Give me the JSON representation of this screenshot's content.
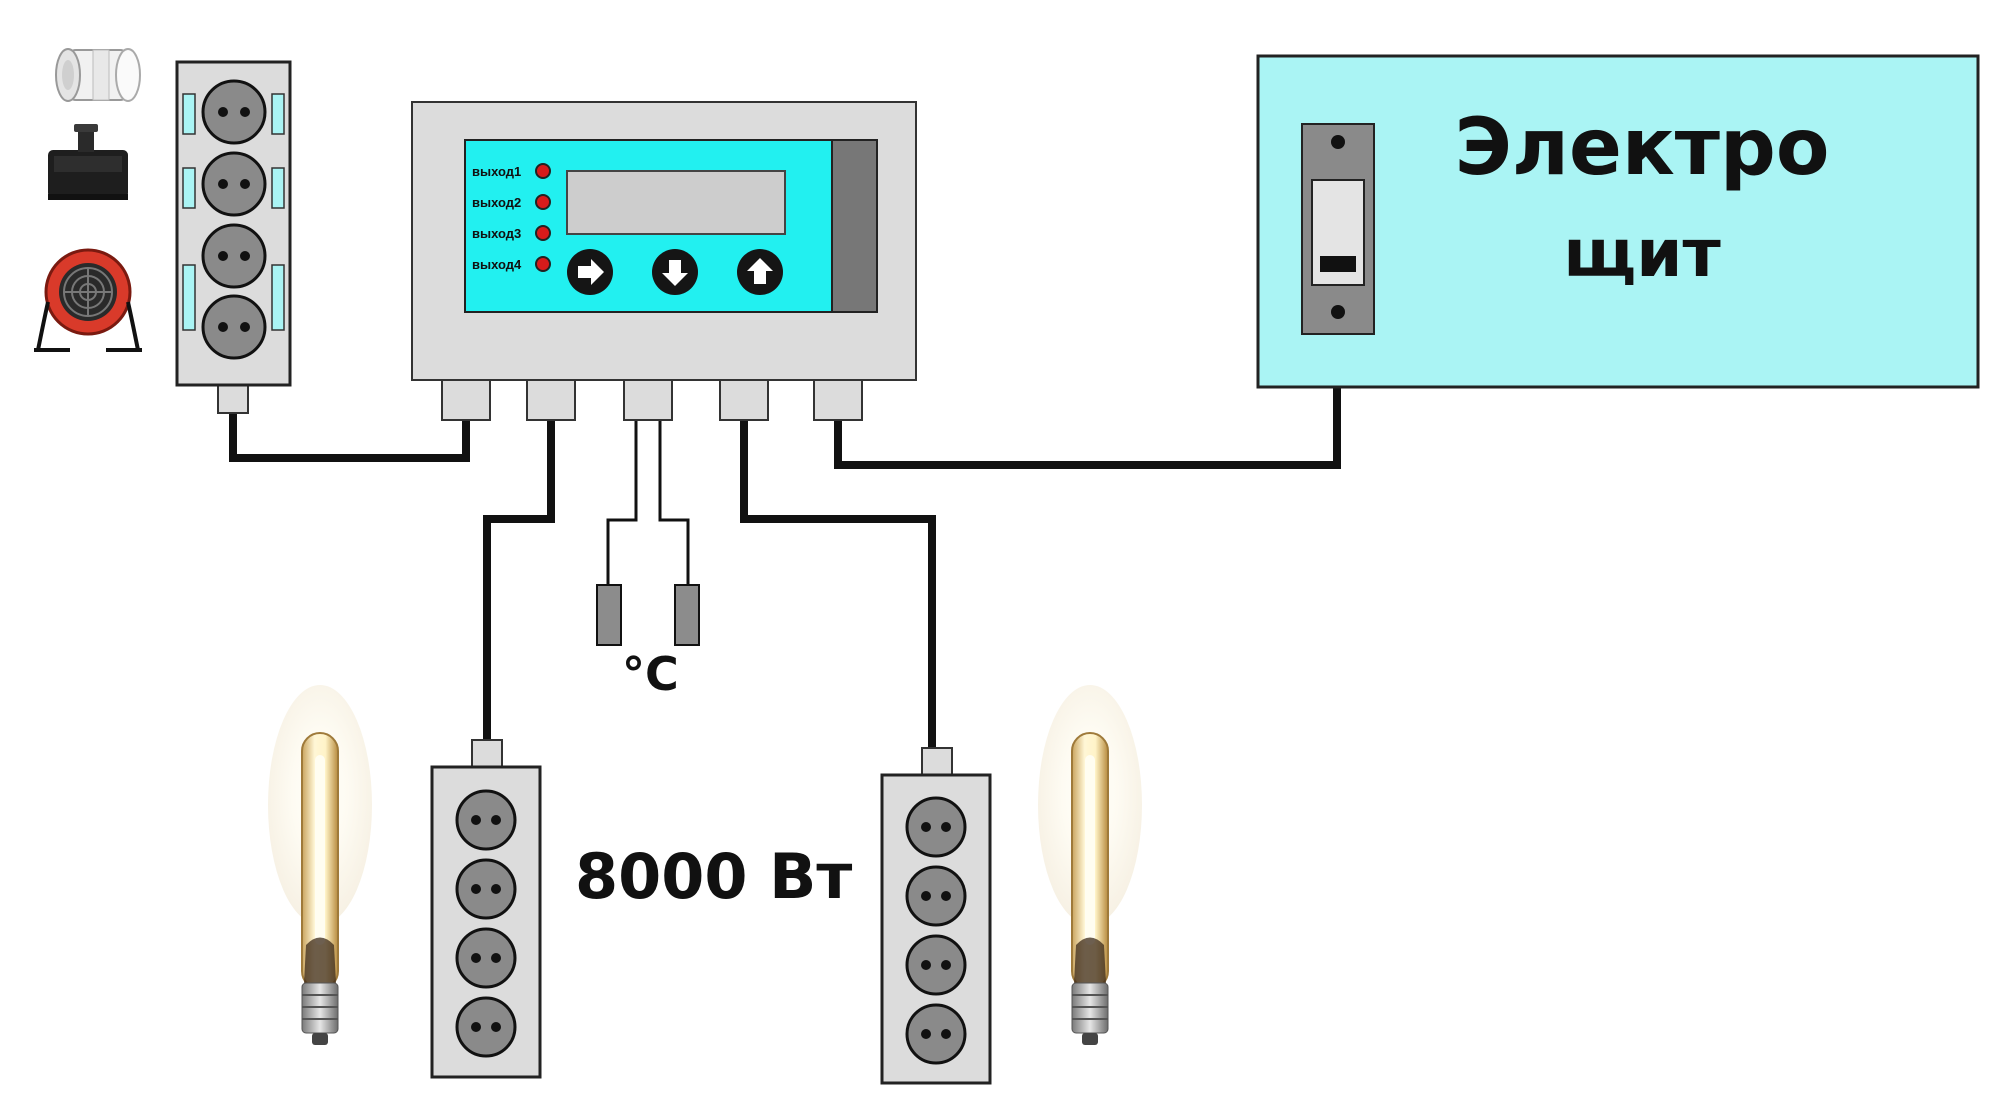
{
  "controller": {
    "outputs": [
      {
        "label": "выход1",
        "led_color": "#d81b1b"
      },
      {
        "label": "выход2",
        "led_color": "#d81b1b"
      },
      {
        "label": "выход3",
        "led_color": "#d81b1b"
      },
      {
        "label": "выход4",
        "led_color": "#d81b1b"
      }
    ],
    "buttons": [
      {
        "name": "arrow-right-button",
        "icon": "arrow-right-icon"
      },
      {
        "name": "arrow-down-button",
        "icon": "arrow-down-icon"
      },
      {
        "name": "arrow-up-button",
        "icon": "arrow-up-icon"
      }
    ],
    "face_color": "#22f0f0",
    "housing_color": "#dcdcdc"
  },
  "panel": {
    "line1": "Электро",
    "line2": "щит",
    "color": "#aaf4f4"
  },
  "sensor_label": "°C",
  "power_label": "8000 Вт",
  "devices": [
    "inline-duct-fan-icon",
    "water-pump-icon",
    "electric-heater-icon"
  ],
  "lamps": [
    "hps-lamp-icon",
    "hps-lamp-icon"
  ]
}
